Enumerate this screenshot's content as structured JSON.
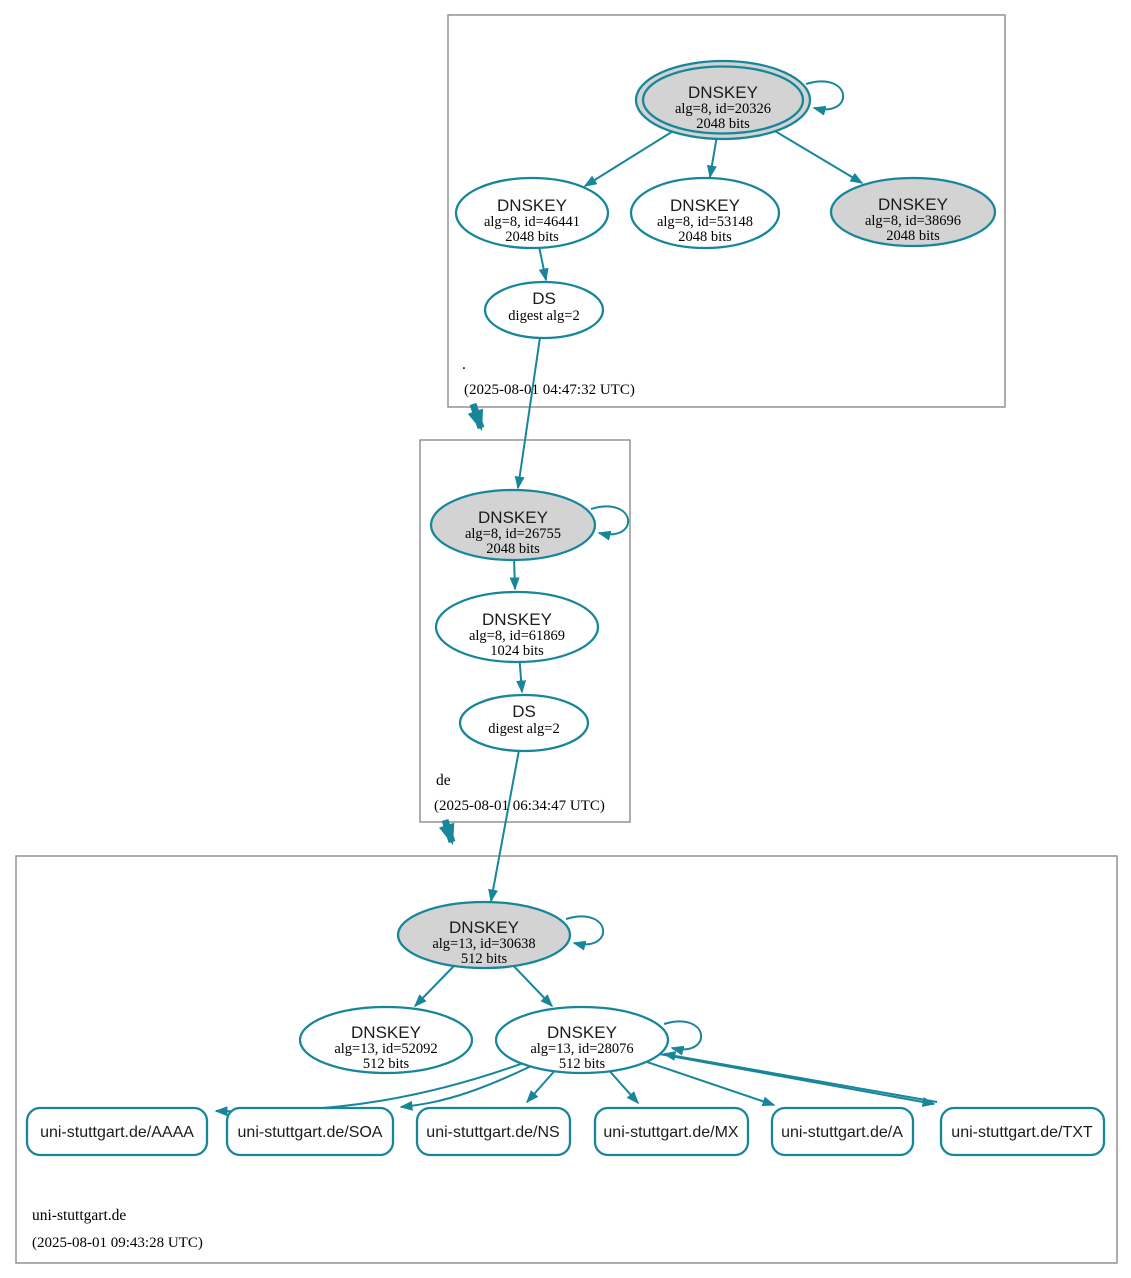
{
  "colors": {
    "edge_teal": "#17869b",
    "ksk_fill": "#d3d3d3",
    "node_fill": "#ffffff",
    "zone_border": "#8c8c8c"
  },
  "zones": [
    {
      "label": ".",
      "timestamp": "(2025-08-01 04:47:32 UTC)",
      "ksk": {
        "title": "DNSKEY",
        "attr": "alg=8, id=20326",
        "bits": "2048 bits"
      },
      "zsk1": {
        "title": "DNSKEY",
        "attr": "alg=8, id=46441",
        "bits": "2048 bits"
      },
      "zsk2": {
        "title": "DNSKEY",
        "attr": "alg=8, id=53148",
        "bits": "2048 bits"
      },
      "zsk3": {
        "title": "DNSKEY",
        "attr": "alg=8, id=38696",
        "bits": "2048 bits"
      },
      "ds": {
        "title": "DS",
        "attr": "digest alg=2"
      }
    },
    {
      "label": "de",
      "timestamp": "(2025-08-01 06:34:47 UTC)",
      "ksk": {
        "title": "DNSKEY",
        "attr": "alg=8, id=26755",
        "bits": "2048 bits"
      },
      "zsk": {
        "title": "DNSKEY",
        "attr": "alg=8, id=61869",
        "bits": "1024 bits"
      },
      "ds": {
        "title": "DS",
        "attr": "digest alg=2"
      }
    },
    {
      "label": "uni-stuttgart.de",
      "timestamp": "(2025-08-01 09:43:28 UTC)",
      "ksk": {
        "title": "DNSKEY",
        "attr": "alg=13, id=30638",
        "bits": "512 bits"
      },
      "zsk1": {
        "title": "DNSKEY",
        "attr": "alg=13, id=52092",
        "bits": "512 bits"
      },
      "zsk2": {
        "title": "DNSKEY",
        "attr": "alg=13, id=28076",
        "bits": "512 bits"
      },
      "rrsets": [
        {
          "label": "uni-stuttgart.de/AAAA"
        },
        {
          "label": "uni-stuttgart.de/SOA"
        },
        {
          "label": "uni-stuttgart.de/NS"
        },
        {
          "label": "uni-stuttgart.de/MX"
        },
        {
          "label": "uni-stuttgart.de/A"
        },
        {
          "label": "uni-stuttgart.de/TXT"
        }
      ]
    }
  ]
}
